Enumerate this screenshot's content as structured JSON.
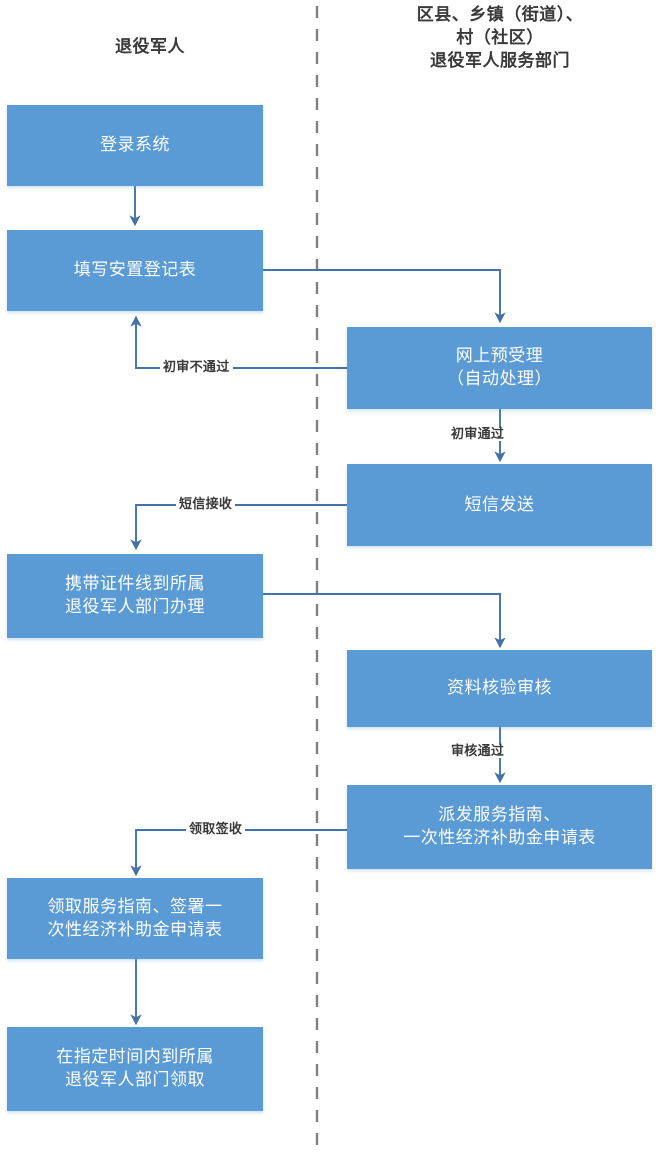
{
  "diagram": {
    "title_left": "退役军人",
    "title_right": "区县、乡镇（街道）、\n村（社区）\n退役军人服务部门",
    "colors": {
      "node_fill": "#5B9BD5",
      "node_text": "#FFFFFF",
      "connector": "#4472A8",
      "divider": "#808080",
      "header_text": "#3A3A3A",
      "background": "#FFFFFF"
    },
    "lanes": [
      {
        "name": "left-lane",
        "label": "退役军人"
      },
      {
        "name": "right-lane",
        "label": "区县、乡镇（街道）、村（社区）退役军人服务部门"
      }
    ],
    "nodes": [
      {
        "id": "login",
        "lane": "left",
        "label": "登录系统"
      },
      {
        "id": "fill-form",
        "lane": "left",
        "label": "填写安置登记表"
      },
      {
        "id": "online-pre-accept",
        "lane": "right",
        "label": "网上预受理\n（自动处理）"
      },
      {
        "id": "sms-send",
        "lane": "right",
        "label": "短信发送"
      },
      {
        "id": "bring-docs",
        "lane": "left",
        "label": "携带证件线到所属\n退役军人部门办理"
      },
      {
        "id": "material-verify",
        "lane": "right",
        "label": "资料核验审核"
      },
      {
        "id": "issue-guide",
        "lane": "right",
        "label": "派发服务指南、\n一次性经济补助金申请表"
      },
      {
        "id": "receive-sign",
        "lane": "left",
        "label": "领取服务指南、签署一\n次性经济补助金申请表"
      },
      {
        "id": "collect-on-time",
        "lane": "left",
        "label": "在指定时间内到所属\n退役军人部门领取"
      }
    ],
    "edges": [
      {
        "id": "e-login-fill",
        "from": "login",
        "to": "fill-form",
        "label": ""
      },
      {
        "id": "e-fill-preaccept",
        "from": "fill-form",
        "to": "online-pre-accept",
        "label": ""
      },
      {
        "id": "e-preaccept-reject",
        "from": "online-pre-accept",
        "to": "fill-form",
        "label": "初审不通过"
      },
      {
        "id": "e-preaccept-sms",
        "from": "online-pre-accept",
        "to": "sms-send",
        "label": "初审通过"
      },
      {
        "id": "e-sms-bring",
        "from": "sms-send",
        "to": "bring-docs",
        "label": "短信接收"
      },
      {
        "id": "e-bring-verify",
        "from": "bring-docs",
        "to": "material-verify",
        "label": ""
      },
      {
        "id": "e-verify-issue",
        "from": "material-verify",
        "to": "issue-guide",
        "label": "审核通过"
      },
      {
        "id": "e-issue-receive",
        "from": "issue-guide",
        "to": "receive-sign",
        "label": "领取签收"
      },
      {
        "id": "e-receive-collect",
        "from": "receive-sign",
        "to": "collect-on-time",
        "label": ""
      }
    ]
  }
}
